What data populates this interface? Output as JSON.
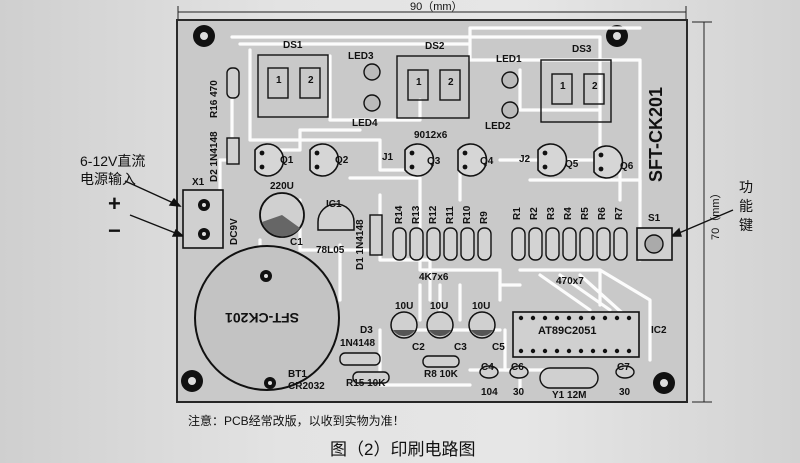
{
  "dimensions": {
    "width_label": "90（mm）",
    "height_label": "70（mm）"
  },
  "power_input": {
    "line1": "6-12V直流",
    "line2": "电源输入",
    "plus": "+",
    "minus": "−"
  },
  "function_key": {
    "line1": "功",
    "line2": "能",
    "line3": "键"
  },
  "board_title": "SFT-CK201",
  "battery_label": "SFT-CK201",
  "silkscreen": {
    "ds1": "DS1",
    "ds2": "DS2",
    "ds3": "DS3",
    "led1": "LED1",
    "led2": "LED2",
    "led3": "LED3",
    "led4": "LED4",
    "r16": "R16 470",
    "d2": "D2 1N4148",
    "x1": "X1",
    "dc9v": "DC9V",
    "q1": "Q1",
    "q2": "Q2",
    "q3": "Q3",
    "q4": "Q4",
    "q5": "Q5",
    "q6": "Q6",
    "j1": "J1",
    "j2": "J2",
    "q_part": "9012x6",
    "c1_val": "220U",
    "c1": "C1",
    "ic1": "IC1",
    "ic1_part": "78L05",
    "d1": "D1 1N4148",
    "rgroup1": [
      "R14",
      "R13",
      "R12",
      "R11",
      "R10",
      "R9"
    ],
    "rgroup2": [
      "R1",
      "R2",
      "R3",
      "R4",
      "R5",
      "R6",
      "R7"
    ],
    "rv1": "4K7x6",
    "rv2": "470x7",
    "s1": "S1",
    "ic2": "IC2",
    "ic2_part": "AT89C2051",
    "cap_vals": [
      "10U",
      "10U",
      "10U"
    ],
    "c2": "C2",
    "c3": "C3",
    "c5": "C5",
    "d3": "D3",
    "d3_part": "1N4148",
    "r15": "R15 10K",
    "r8": "R8 10K",
    "c4": "C4",
    "c4_val": "104",
    "c6": "C6",
    "c6_val": "30",
    "c7": "C7",
    "c7_val": "30",
    "y1": "Y1 12M",
    "bt1": "BT1",
    "bt1_part": "CR2032",
    "dig": [
      "1",
      "2",
      "1",
      "2",
      "1",
      "2"
    ]
  },
  "note": "注意：PCB经常改版，以收到实物为准！",
  "caption": "图（2）印刷电路图"
}
